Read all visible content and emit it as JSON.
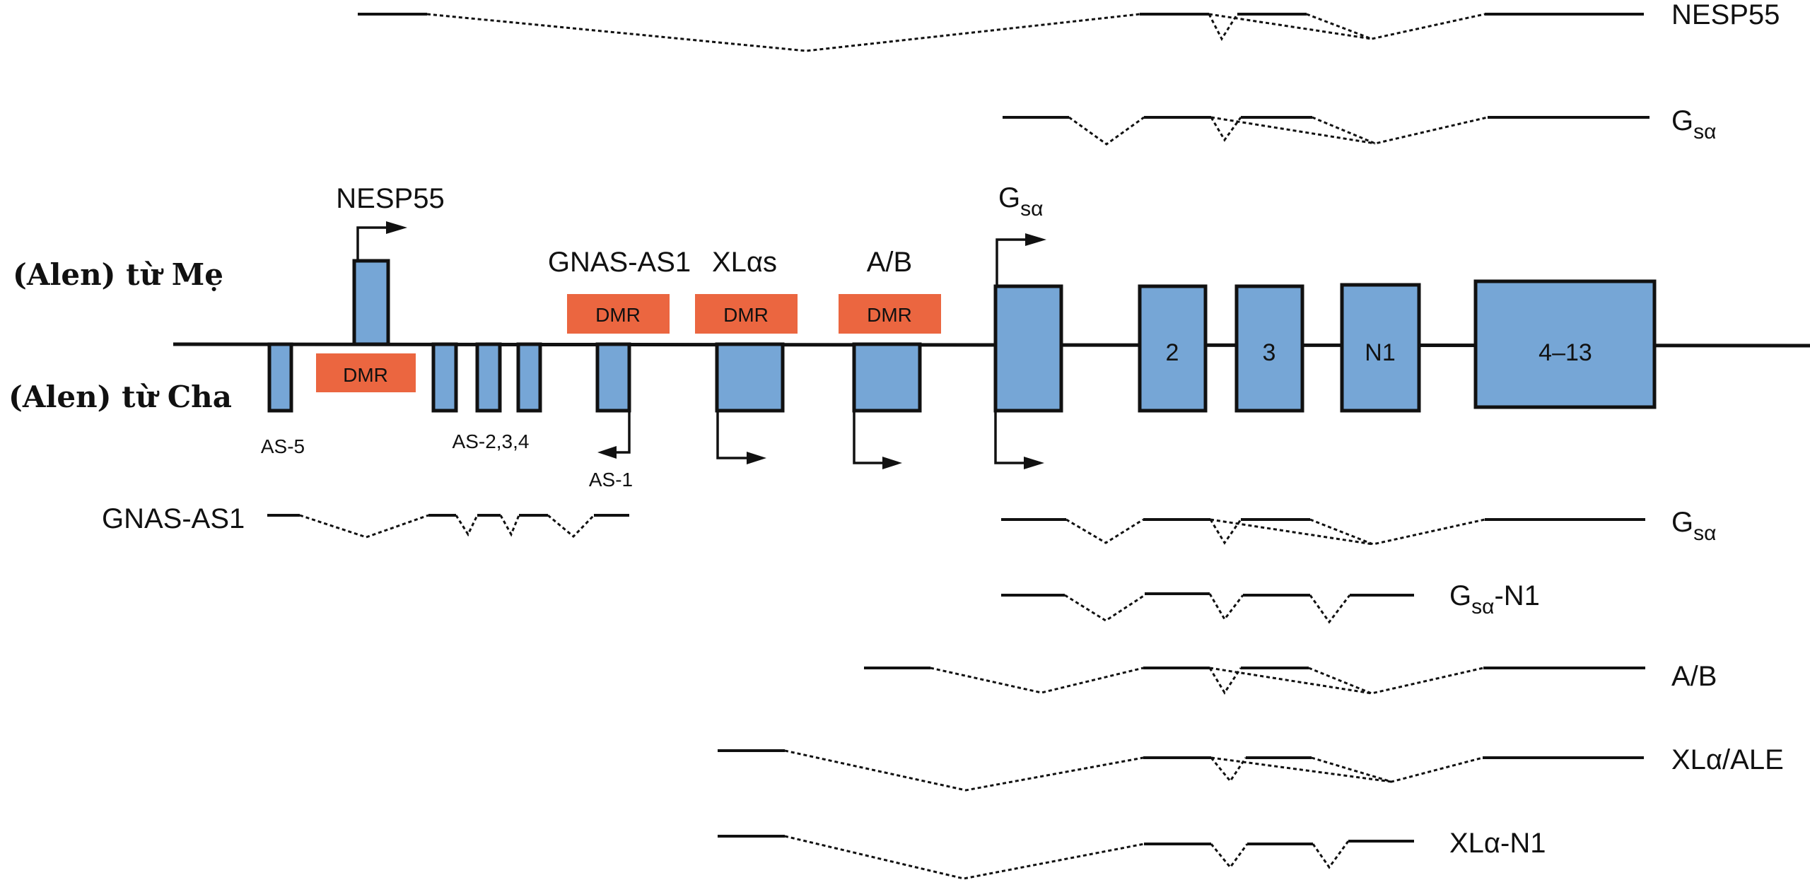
{
  "allele_labels": {
    "maternal": "(Alen) từ Mẹ",
    "paternal": "(Alen) từ Cha"
  },
  "promoter_labels": {
    "nesp55": "NESP55",
    "gnas_as1": "GNAS-AS1",
    "xlas": "XLαs",
    "ab": "A/B",
    "gsa_main": "G",
    "gsa_sub": "sα"
  },
  "exon_labels": {
    "as5": "AS-5",
    "as234": "AS-2,3,4",
    "as1": "AS-1",
    "e2": "2",
    "e3": "3",
    "n1": "N1",
    "e4_13": "4–13"
  },
  "dmr_label": "DMR",
  "transcripts": {
    "nesp55": "NESP55",
    "gsa_top_main": "G",
    "gsa_top_sub": "sα",
    "gnas_as1": "GNAS-AS1",
    "gsa_bottom_main": "G",
    "gsa_bottom_sub": "sα",
    "gsa_n1_main": "G",
    "gsa_n1_sub": "sα",
    "gsa_n1_suffix": "-N1",
    "ab": "A/B",
    "xla_ale": "XLα/ALE",
    "xla_n1": "XLα-N1"
  },
  "colors": {
    "exon_fill": "#76A6D6",
    "dmr_fill": "#EB6640",
    "line": "#111111"
  }
}
